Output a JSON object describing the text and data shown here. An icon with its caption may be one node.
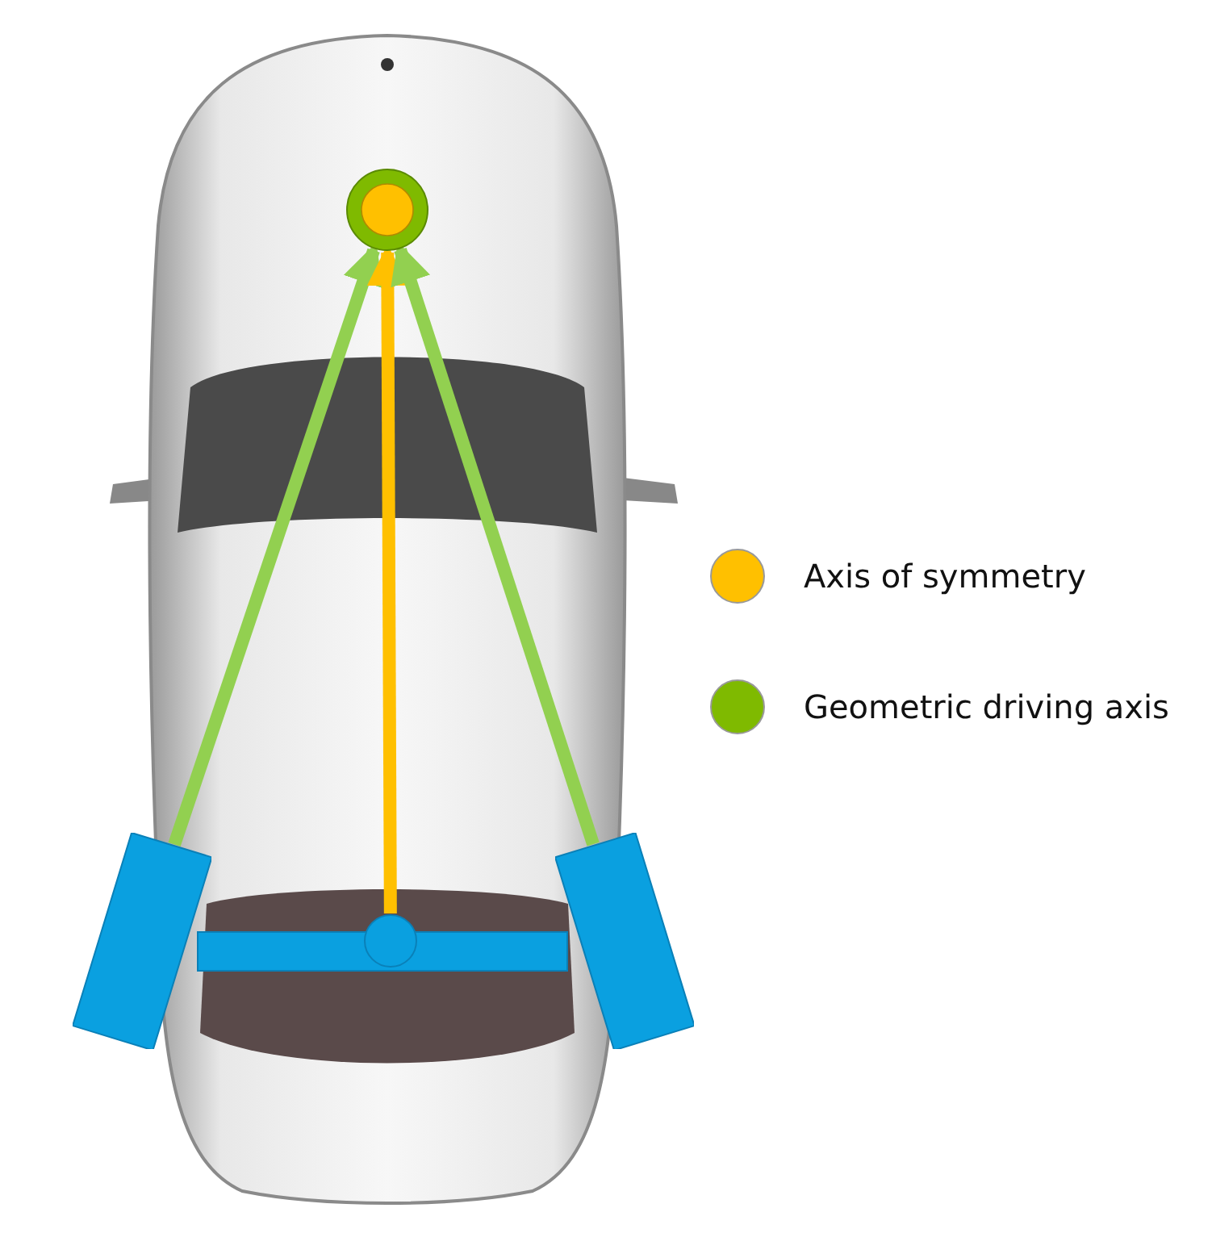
{
  "diagram": {
    "nodes": [
      {
        "text": [],
        "shape": "circle"
      },
      {
        "text": [],
        "shape": "box"
      },
      {
        "text": [],
        "shape": "circle"
      },
      {
        "text": [],
        "shape": "box"
      },
      {
        "text": [],
        "shape": "bar"
      }
    ],
    "edges": [
      {
        "from": 1,
        "to": 0,
        "arrow": "to"
      },
      {
        "from": 2,
        "to": 0,
        "arrow": "to",
        "color": "#ffc000"
      },
      {
        "from": 3,
        "to": 0,
        "arrow": "to"
      }
    ],
    "legend": [
      {
        "text": "Axis of symmetry",
        "color": "#ffc000"
      },
      {
        "text": "Geometric driving axis",
        "color": "#7fba00"
      }
    ]
  }
}
